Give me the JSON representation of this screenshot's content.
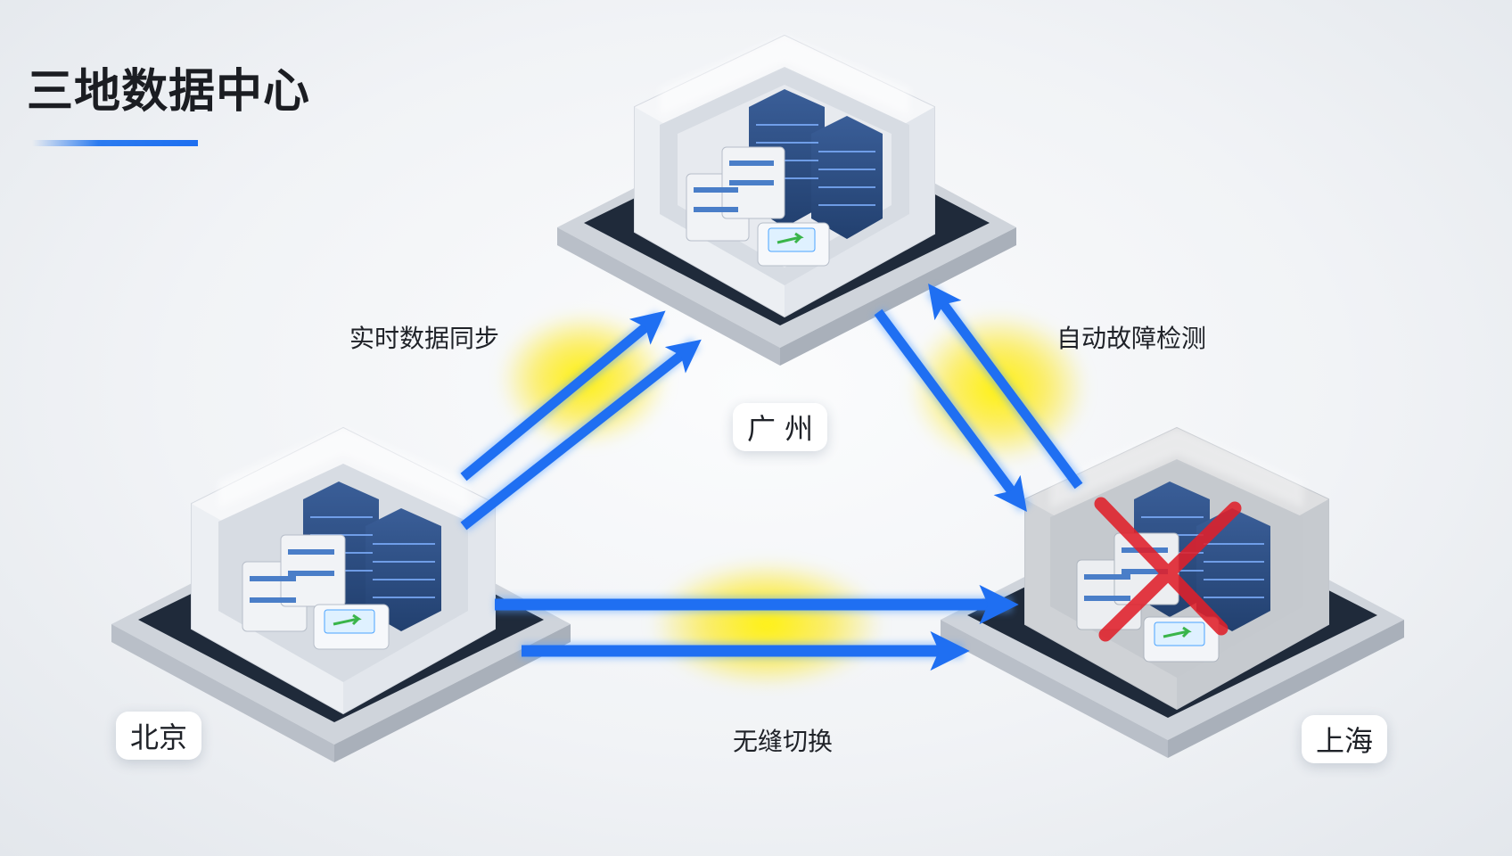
{
  "title": "三地数据中心",
  "sites": {
    "guangzhou": "广 州",
    "beijing": "北京",
    "shanghai": "上海"
  },
  "links": {
    "sync_label": "实时数据同步",
    "failover_detect_label": "自动故障检测",
    "switch_label": "无缝切换"
  },
  "colors": {
    "accent_blue": "#2b7bf0",
    "arrow_blue": "#1f6ff2",
    "glow_yellow": "#ffe600",
    "failure_red": "#e0202a",
    "rack_blue": "#2d4f86"
  },
  "status": {
    "shanghai": "failed"
  }
}
